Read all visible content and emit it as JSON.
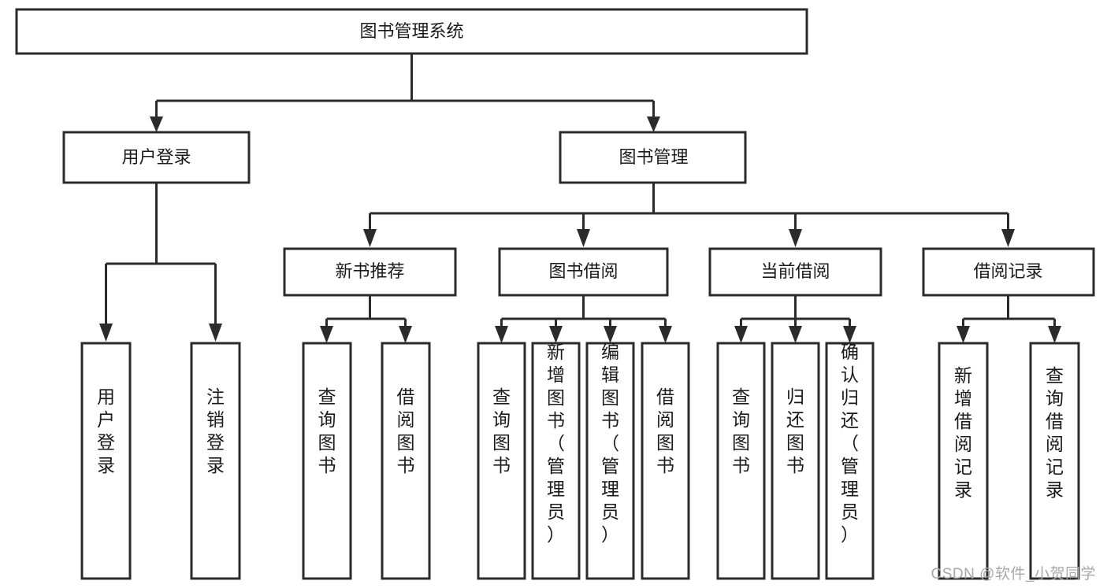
{
  "diagram": {
    "title": "图书管理系统",
    "type": "hierarchy-tree",
    "watermark": "CSDN @软件_小贺同学",
    "colors": {
      "stroke": "#2b2b2b",
      "fill": "#ffffff",
      "text": "#1a1a1a",
      "watermark": "#a8a8a8",
      "background": "#ffffff"
    },
    "levels": [
      {
        "level": 1,
        "nodes": [
          {
            "id": "root",
            "label": "图书管理系统",
            "orientation": "horizontal"
          }
        ]
      },
      {
        "level": 2,
        "nodes": [
          {
            "id": "user-login",
            "label": "用户登录",
            "orientation": "horizontal",
            "parent": "root"
          },
          {
            "id": "book-manage",
            "label": "图书管理",
            "orientation": "horizontal",
            "parent": "root"
          }
        ]
      },
      {
        "level": 3,
        "nodes": [
          {
            "id": "new-book-recommend",
            "label": "新书推荐",
            "orientation": "horizontal",
            "parent": "book-manage"
          },
          {
            "id": "book-borrow",
            "label": "图书借阅",
            "orientation": "horizontal",
            "parent": "book-manage"
          },
          {
            "id": "current-borrow",
            "label": "当前借阅",
            "orientation": "horizontal",
            "parent": "book-manage"
          },
          {
            "id": "borrow-record",
            "label": "借阅记录",
            "orientation": "horizontal",
            "parent": "book-manage"
          }
        ]
      },
      {
        "level": 4,
        "nodes": [
          {
            "id": "leaf-user-login",
            "label": "用户登录",
            "orientation": "vertical",
            "parent": "user-login"
          },
          {
            "id": "leaf-logout-login",
            "label": "注销登录",
            "orientation": "vertical",
            "parent": "user-login"
          },
          {
            "id": "leaf-query-book-1",
            "label": "查询图书",
            "orientation": "vertical",
            "parent": "new-book-recommend"
          },
          {
            "id": "leaf-borrow-book-1",
            "label": "借阅图书",
            "orientation": "vertical",
            "parent": "new-book-recommend"
          },
          {
            "id": "leaf-query-book-2",
            "label": "查询图书",
            "orientation": "vertical",
            "parent": "book-borrow"
          },
          {
            "id": "leaf-add-book",
            "label": "新增图书（管理员）",
            "orientation": "vertical",
            "parent": "book-borrow"
          },
          {
            "id": "leaf-edit-book",
            "label": "编辑图书（管理员）",
            "orientation": "vertical",
            "parent": "book-borrow"
          },
          {
            "id": "leaf-borrow-book-2",
            "label": "借阅图书",
            "orientation": "vertical",
            "parent": "book-borrow"
          },
          {
            "id": "leaf-query-book-3",
            "label": "查询图书",
            "orientation": "vertical",
            "parent": "current-borrow"
          },
          {
            "id": "leaf-return-book",
            "label": "归还图书",
            "orientation": "vertical",
            "parent": "current-borrow"
          },
          {
            "id": "leaf-confirm-return",
            "label": "确认归还（管理员）",
            "orientation": "vertical",
            "parent": "current-borrow"
          },
          {
            "id": "leaf-add-record",
            "label": "新增借阅记录",
            "orientation": "vertical",
            "parent": "borrow-record"
          },
          {
            "id": "leaf-query-record",
            "label": "查询借阅记录",
            "orientation": "vertical",
            "parent": "borrow-record"
          }
        ]
      }
    ]
  }
}
